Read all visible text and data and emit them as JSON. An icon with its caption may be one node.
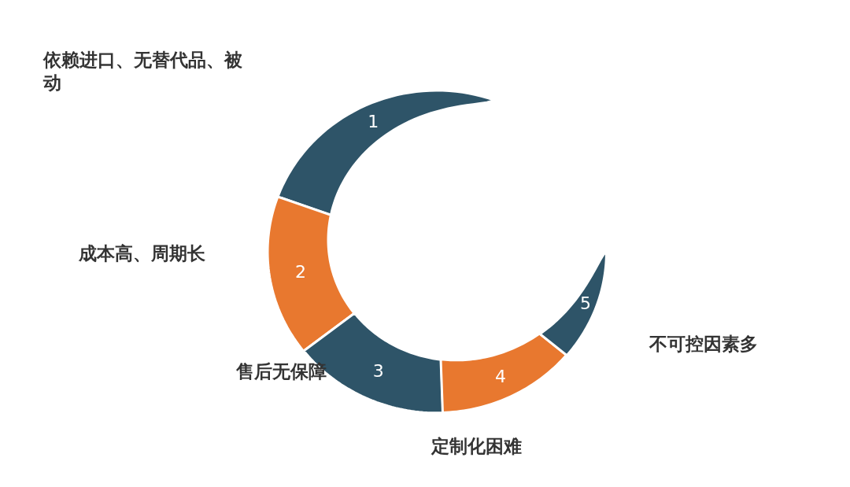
{
  "diagram": {
    "nodes": [
      {
        "text": [
          "1"
        ],
        "beside": [
          "依赖进口、无替代品、被动"
        ]
      },
      {
        "text": [
          "2"
        ],
        "beside": [
          "成本高、周期长"
        ]
      },
      {
        "text": [
          "3"
        ],
        "beside": [
          "售后无保障"
        ]
      },
      {
        "text": [
          "4"
        ],
        "beside": [
          "定制化困难"
        ]
      },
      {
        "text": [
          "5"
        ],
        "beside": [
          "不可控因素多"
        ]
      }
    ]
  }
}
